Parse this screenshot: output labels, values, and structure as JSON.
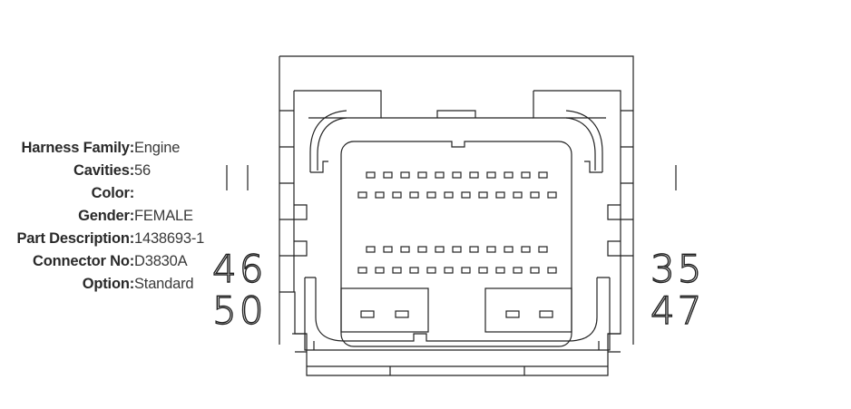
{
  "connector_info": {
    "fields": [
      {
        "label": "Harness Family:",
        "value": "Engine"
      },
      {
        "label": "Cavities:",
        "value": "56"
      },
      {
        "label": "Color:",
        "value": ""
      },
      {
        "label": "Gender:",
        "value": "FEMALE"
      },
      {
        "label": "Part Description:",
        "value": "1438693-1"
      },
      {
        "label": "Connector No:",
        "value": "D3830A"
      },
      {
        "label": "Option:",
        "value": "Standard"
      }
    ]
  },
  "pin_labels": {
    "top_left": "46",
    "bottom_left": "50",
    "top_right": "35",
    "bottom_right": "47"
  },
  "layout": {
    "pin_rows": [
      {
        "count": 11
      },
      {
        "count": 12
      },
      {
        "count": 11
      },
      {
        "count": 12
      }
    ],
    "large_cavity_pins_per_block": 2
  },
  "colors": {
    "stroke": "#222222",
    "background": "#ffffff"
  }
}
